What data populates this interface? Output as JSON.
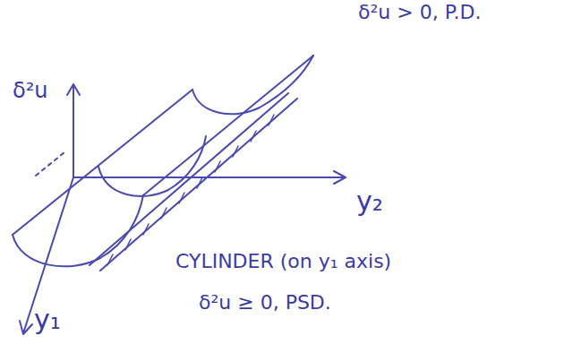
{
  "diagram": {
    "labels": [
      "δ²u > 0, P.D.",
      "δ²u",
      "y₂",
      "y₁",
      "CYLINDER (on y₁ axis)",
      "δ²u ≥ 0, PSD."
    ]
  }
}
